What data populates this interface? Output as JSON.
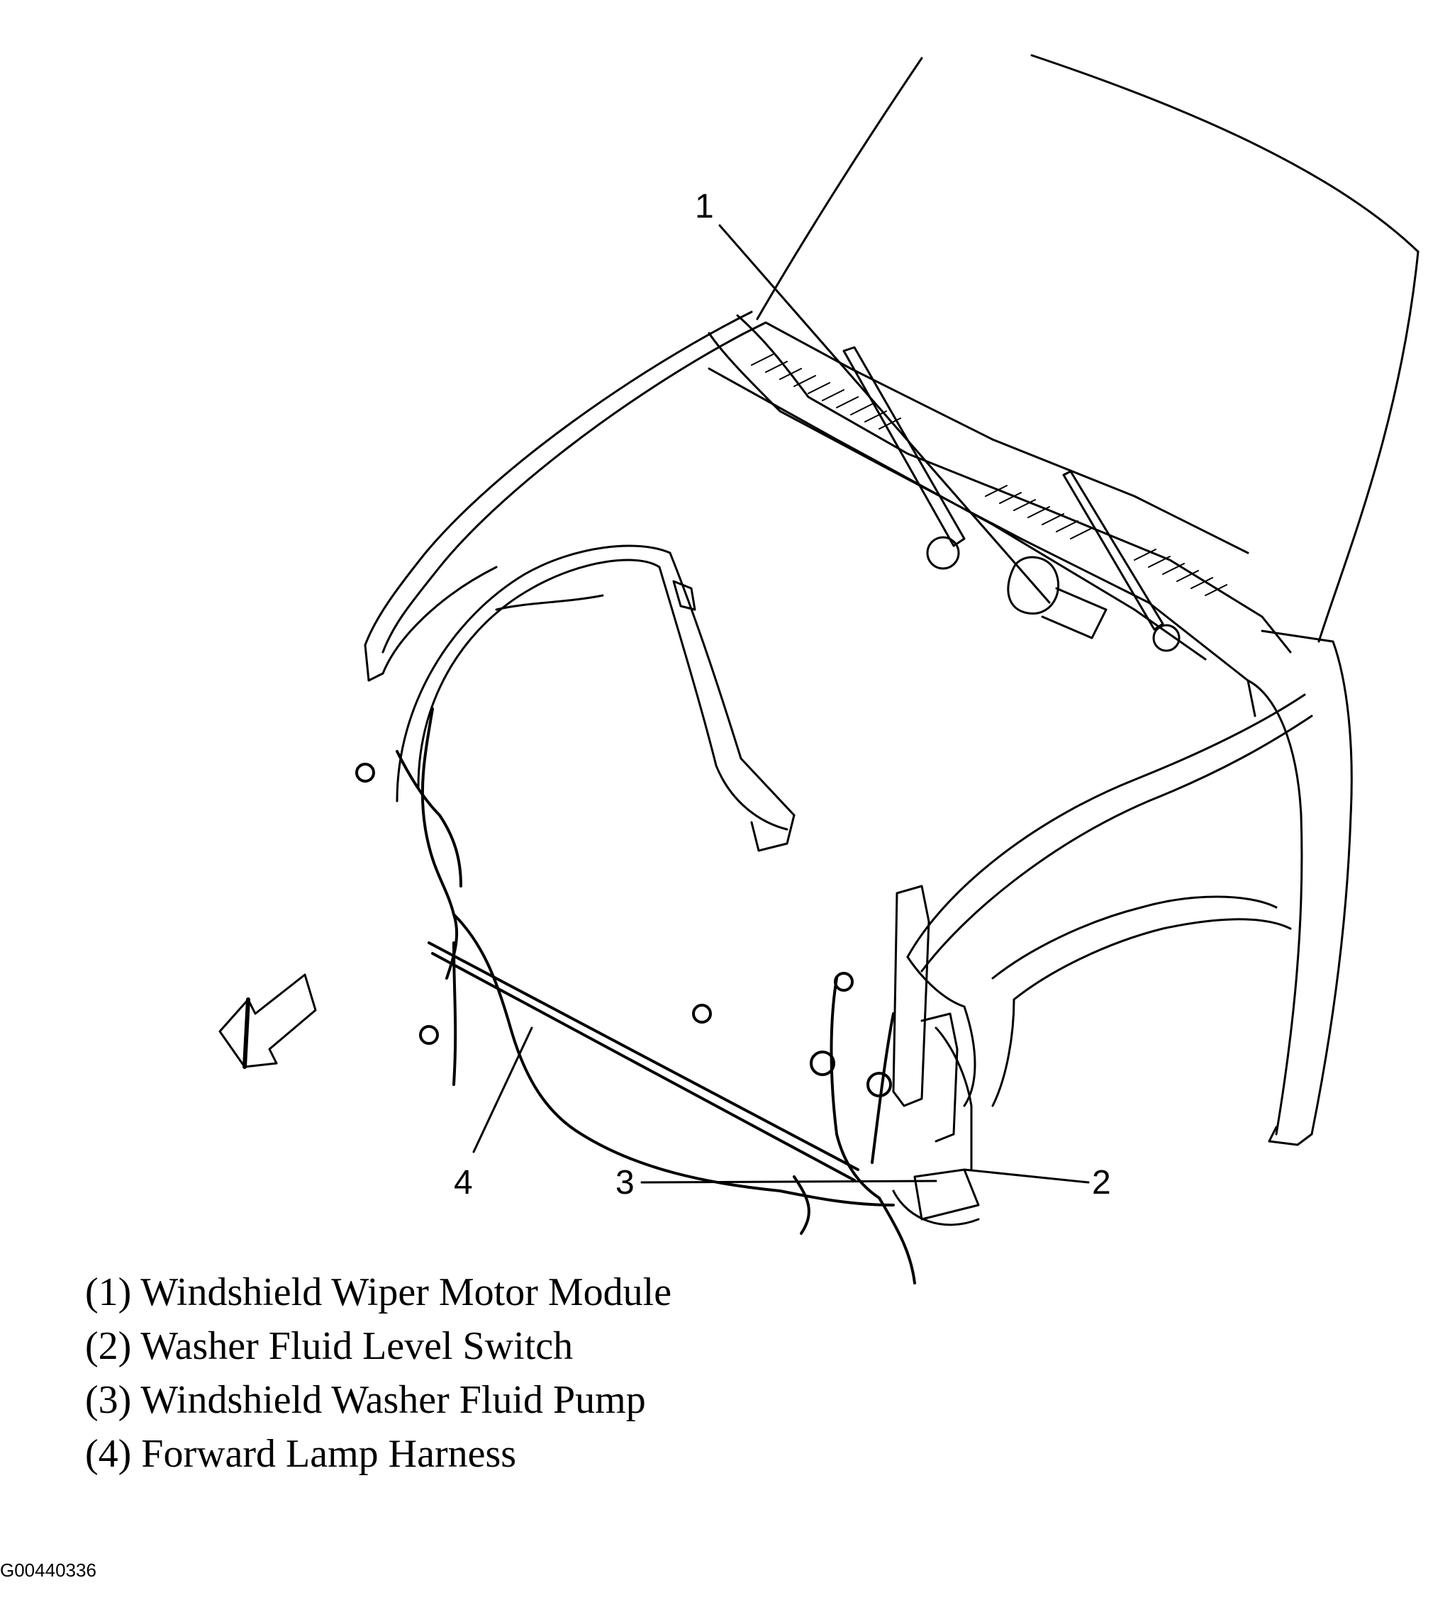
{
  "callouts": {
    "c1": "1",
    "c2": "2",
    "c3": "3",
    "c4": "4"
  },
  "legend": [
    {
      "number": "(1)",
      "text": "Windshield Wiper Motor Module"
    },
    {
      "number": "(2)",
      "text": "Washer Fluid Level Switch"
    },
    {
      "number": "(3)",
      "text": "Windshield Washer Fluid Pump"
    },
    {
      "number": "(4)",
      "text": "Forward Lamp Harness"
    }
  ],
  "legend_lines": [
    "(1) Windshield Wiper Motor Module",
    "(2) Washer Fluid Level Switch",
    "(3) Windshield Washer Fluid Pump",
    "(4) Forward Lamp Harness"
  ],
  "figure_id": "G00440336",
  "colors": {
    "line": "#000000",
    "background": "#ffffff"
  }
}
